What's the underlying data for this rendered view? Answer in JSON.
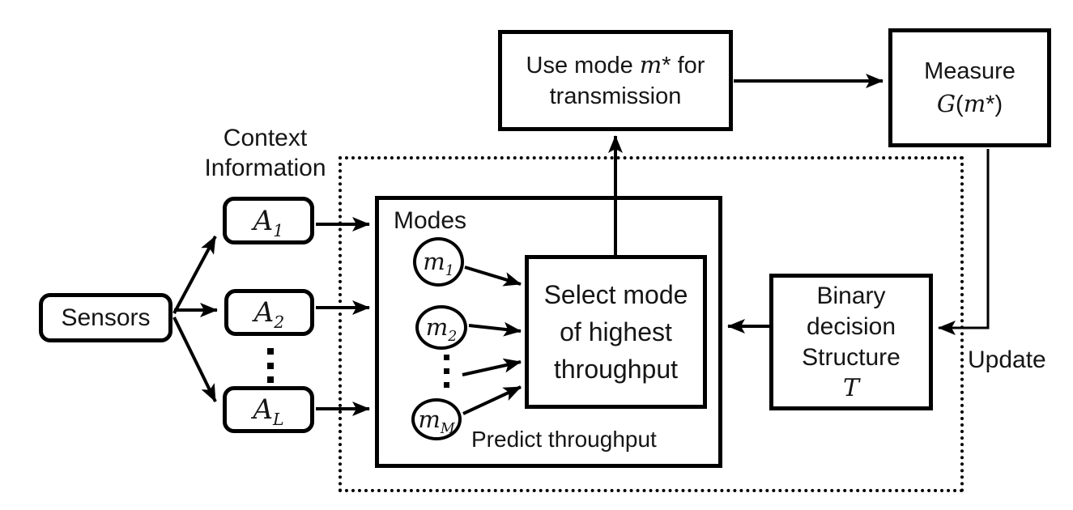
{
  "diagram": {
    "colors": {
      "stroke": "#000000",
      "text": "#151515",
      "background": "#ffffff"
    },
    "labels": {
      "context_line1": "Context",
      "context_line2": "Information",
      "modes": "Modes",
      "predict_throughput": "Predict throughput",
      "update": "Update"
    },
    "nodes": {
      "sensors": {
        "label": "Sensors"
      },
      "a1": {
        "base": "A",
        "sub": "1"
      },
      "a2": {
        "base": "A",
        "sub": "2"
      },
      "aL": {
        "base": "A",
        "sub": "L"
      },
      "m1": {
        "base": "m",
        "sub": "1"
      },
      "m2": {
        "base": "m",
        "sub": "2"
      },
      "mM": {
        "base": "m",
        "sub": "M"
      },
      "use_mode": {
        "pre": "Use mode ",
        "math": "m",
        "star": "*",
        "post": " for",
        "line2": "transmission"
      },
      "measure": {
        "line1": "Measure",
        "g": "G",
        "open": "(",
        "m": "m",
        "star": "*",
        "close": ")"
      },
      "select": {
        "line1": "Select mode",
        "line2": "of highest",
        "line3": "throughput"
      },
      "binary": {
        "line1": "Binary",
        "line2": "decision",
        "line3": "Structure",
        "t": "T"
      }
    }
  }
}
